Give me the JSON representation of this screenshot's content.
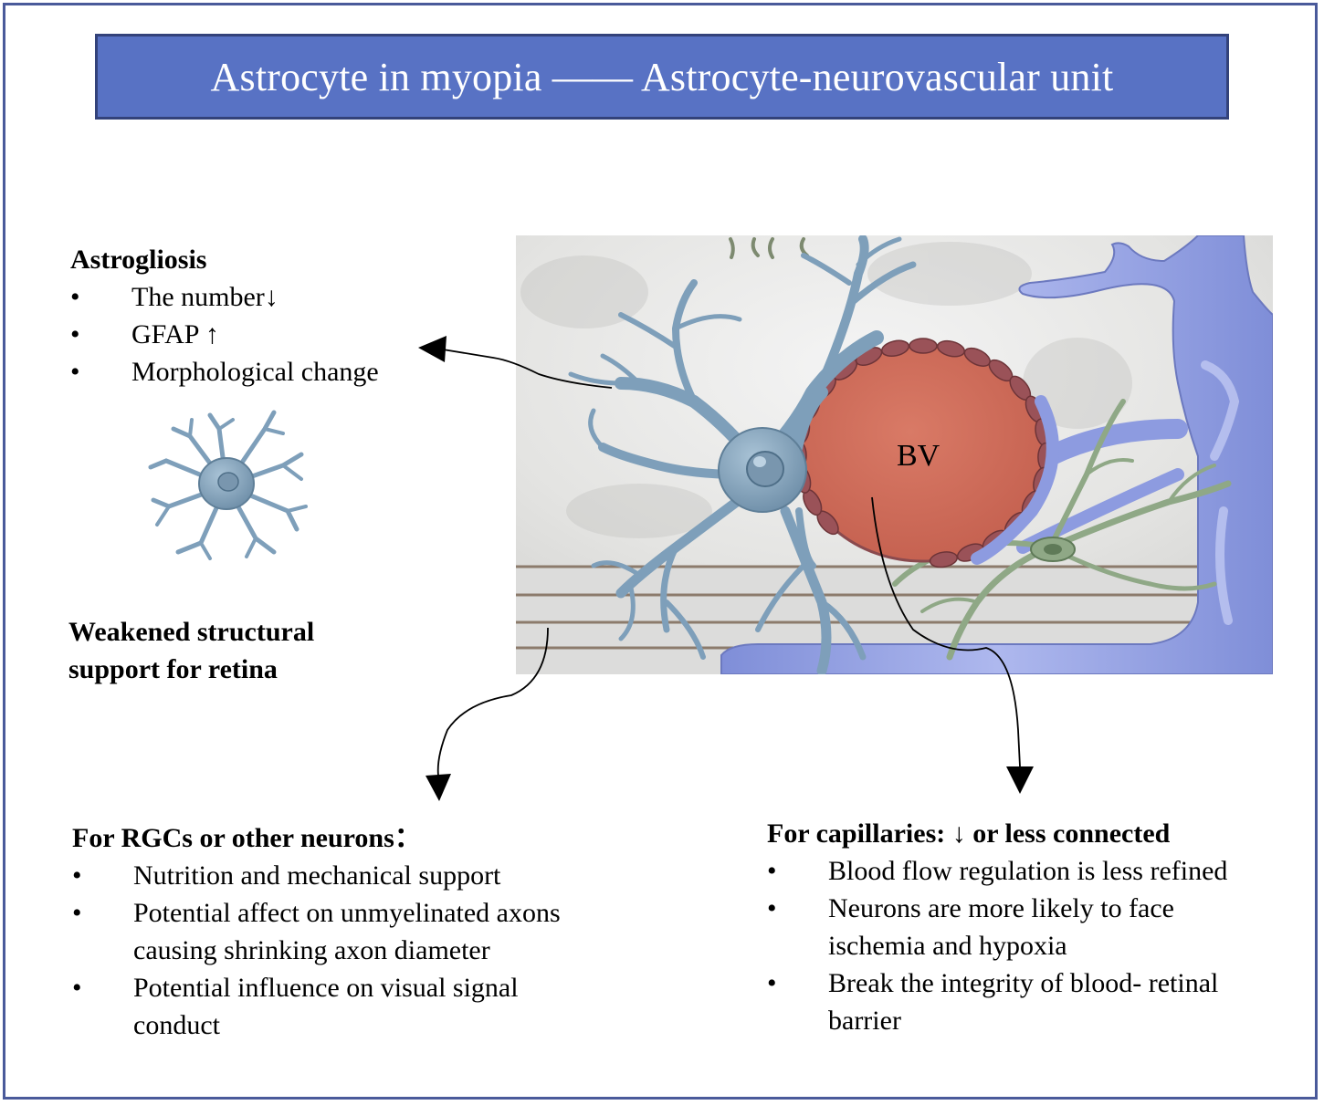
{
  "title": "Astrocyte in myopia —— Astrocyte-neurovascular unit",
  "bullet_glyph": "•",
  "astrogliosis": {
    "heading": "Astrogliosis",
    "items": [
      "The number↓",
      "GFAP ↑",
      "Morphological change"
    ]
  },
  "structural": {
    "line1": "Weakened structural",
    "line2": "support for retina"
  },
  "vessel_label": "BV",
  "rgc": {
    "heading": "For RGCs or other neurons：",
    "items": [
      [
        "Nutrition and mechanical support"
      ],
      [
        "Potential affect on unmyelinated axons",
        "causing shrinking axon diameter"
      ],
      [
        "Potential influence on visual signal",
        "conduct"
      ]
    ]
  },
  "capillaries": {
    "heading": "For capillaries: ↓ or less connected",
    "items": [
      [
        "Blood flow regulation is less refined"
      ],
      [
        "Neurons are more likely to face",
        "ischemia and hypoxia"
      ],
      [
        "Break the integrity of blood- retinal",
        "barrier"
      ]
    ]
  },
  "colors": {
    "banner": "#5872c4",
    "banner_border": "#33427a",
    "frame": "#4a5a9a",
    "astrocyte": "#7e9fba",
    "astrocyte_edge": "#4f6f88",
    "vessel_fill": "#cf6e5e",
    "endfoot": "#8a4a4e",
    "capillary": "#8d9be0",
    "microglia": "#8fa886"
  }
}
